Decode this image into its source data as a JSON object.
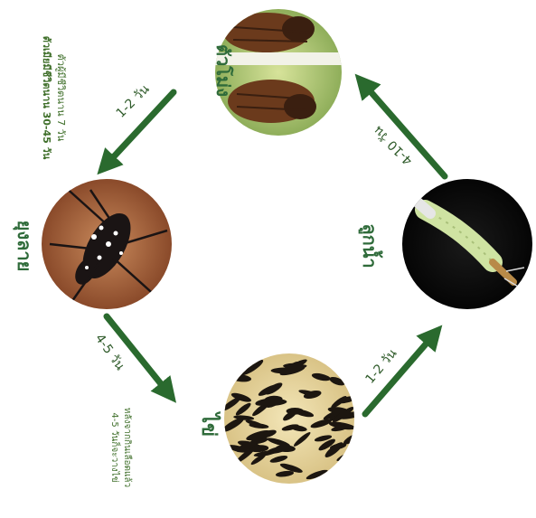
{
  "stages": {
    "adult": {
      "label": "ยุงลาย",
      "note_male": "ตัวผู้มีชีวิตนาน 7 วัน",
      "note_female": "ตัวเมียมีชีวิตนาน 30-45 วัน"
    },
    "egg": {
      "label": "ไข่",
      "note_line1": "หลังจากกินเลือดแล้ว",
      "note_line2": "4-5 วันก็จะวางไข่"
    },
    "larva": {
      "label": "ลูกน้ำ"
    },
    "pupa": {
      "label": "ตัวโม่ง"
    }
  },
  "arrows": {
    "adult_to_egg": "4-5 วัน",
    "egg_to_larva": "1-2 วัน",
    "larva_to_pupa": "4-10 วัน",
    "pupa_to_adult": "1-2 วัน"
  },
  "colors": {
    "arrow": "#2a6a2e",
    "label": "#2f6b3a"
  }
}
